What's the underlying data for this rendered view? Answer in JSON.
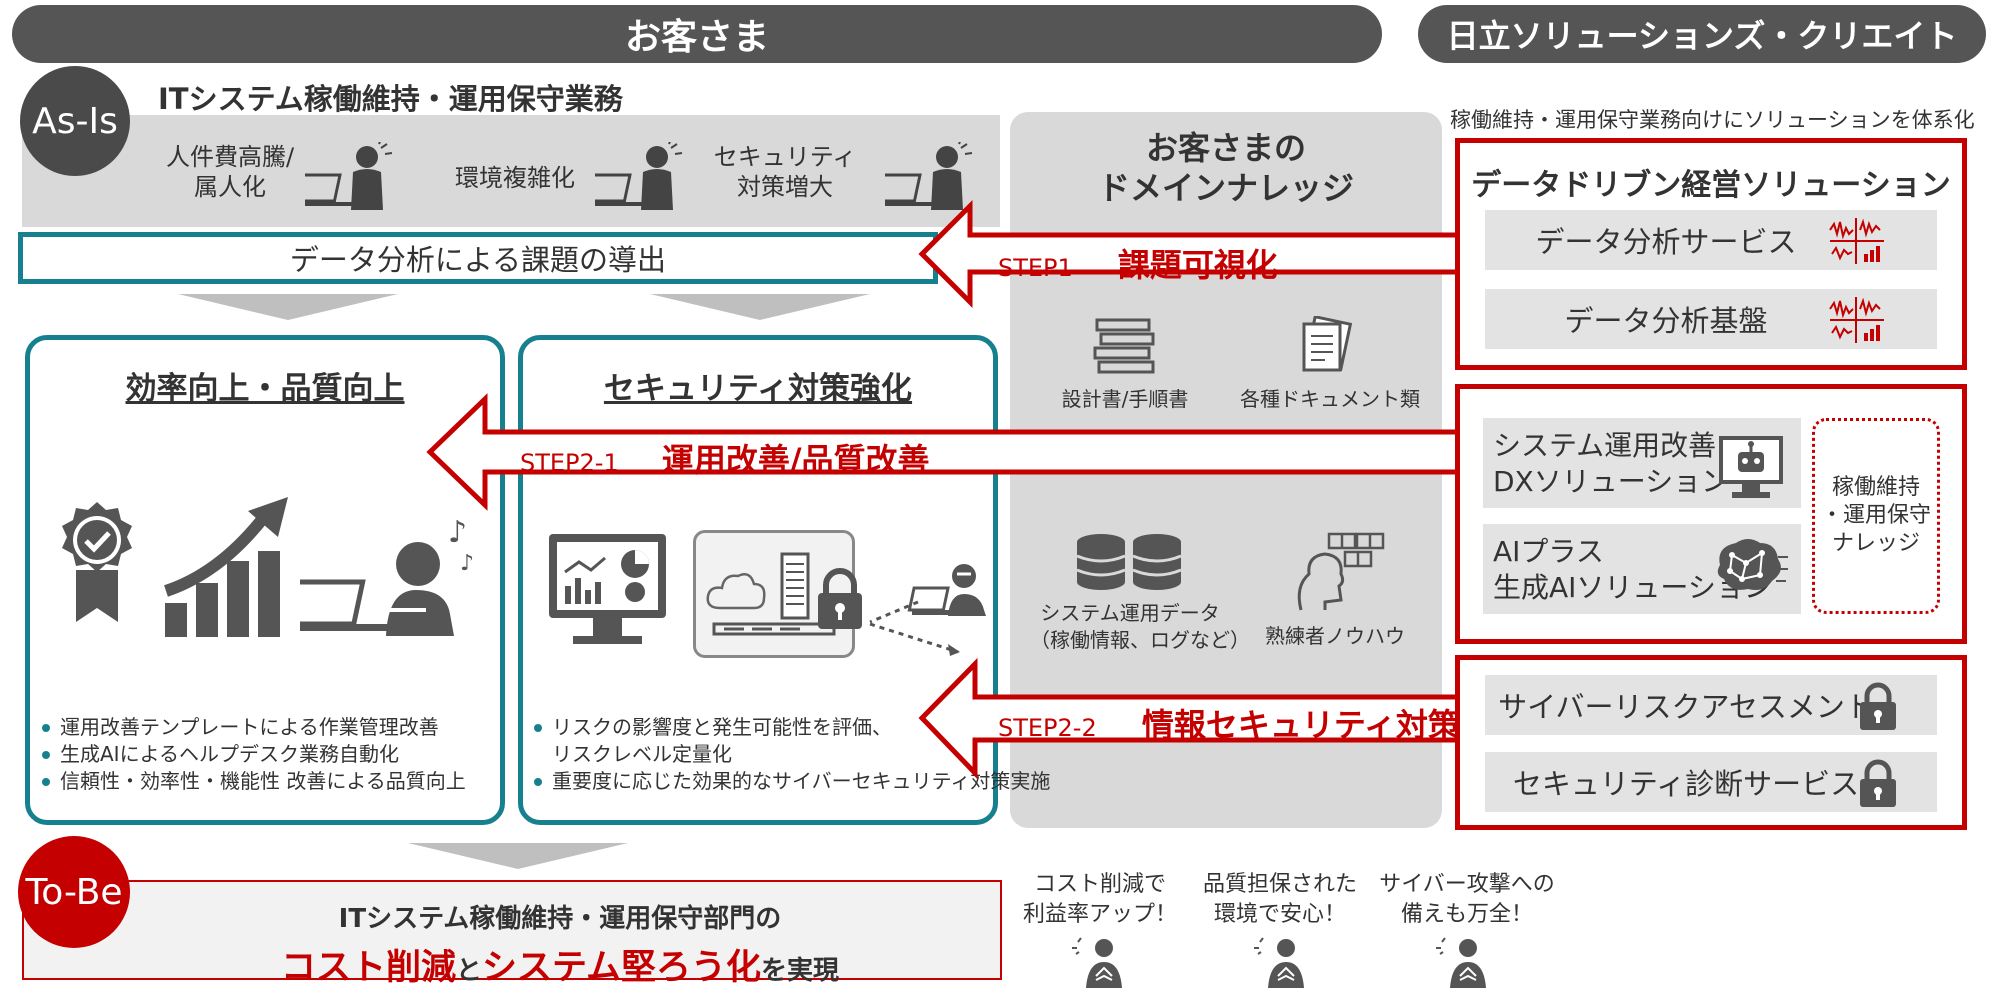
{
  "header": {
    "customer": "お客さま",
    "vendor": "日立ソリューションズ・クリエイト"
  },
  "asis": {
    "badge": "As-Is",
    "title": "ITシステム稼働維持・運用保守業務",
    "issues": [
      {
        "line1": "人件費高騰/",
        "line2": "属人化"
      },
      {
        "line1": "環境複雑化",
        "line2": ""
      },
      {
        "line1": "セキュリティ",
        "line2": "対策増大"
      }
    ],
    "analysis": "データ分析による課題の導出"
  },
  "domain_knowledge": {
    "title1": "お客さまの",
    "title2": "ドメインナレッジ",
    "items": [
      {
        "label": "設計書/手順書",
        "icon": "book-stack-icon"
      },
      {
        "label": "各種ドキュメント類",
        "icon": "documents-icon"
      },
      {
        "label1": "システム運用データ",
        "label2": "（稼働情報、ログなど）",
        "icon": "database-icon"
      },
      {
        "label": "熟練者ノウハウ",
        "icon": "expert-icon"
      }
    ]
  },
  "panels": {
    "efficiency": {
      "title": "効率向上・品質向上",
      "bullets": [
        "運用改善テンプレートによる作業管理改善",
        "生成AIによるヘルプデスク業務自動化",
        "信頼性・効率性・機能性 改善による品質向上"
      ]
    },
    "security": {
      "title": "セキュリティ対策強化",
      "bullets": [
        "リスクの影響度と発生可能性を評価、",
        "リスクレベル定量化",
        "重要度に応じた効果的なサイバーセキュリティ対策実施"
      ]
    }
  },
  "steps": {
    "step1": {
      "tag": "STEP1",
      "label": "課題可視化"
    },
    "step21": {
      "tag": "STEP2-1",
      "label": "運用改善/品質改善"
    },
    "step22": {
      "tag": "STEP2-2",
      "label": "情報セキュリティ対策"
    }
  },
  "vendor": {
    "subtitle": "稼働維持・運用保守業務向けにソリューションを体系化",
    "data_driven": {
      "title": "データドリブン経営ソリューション",
      "services": [
        "データ分析サービス",
        "データ分析基盤"
      ]
    },
    "ops": {
      "items": [
        {
          "line1": "システム運用改善",
          "line2": "DXソリューション"
        },
        {
          "line1": "AIプラス",
          "line2": "生成AIソリューション"
        }
      ],
      "knowledge": {
        "line1": "稼働維持",
        "line2": "・運用保守",
        "line3": "ナレッジ"
      }
    },
    "security": {
      "services": [
        "サイバーリスクアセスメント",
        "セキュリティ診断サービス"
      ]
    }
  },
  "tobe": {
    "badge": "To-Be",
    "line1": "ITシステム稼働維持・運用保守部門の",
    "highlight1": "コスト削減",
    "mid": "と",
    "highlight2": "システム堅ろう化",
    "end": "を実現"
  },
  "benefits": [
    {
      "line1": "コスト削減で",
      "line2": "利益率アップ！"
    },
    {
      "line1": "品質担保された",
      "line2": "環境で安心！"
    },
    {
      "line1": "サイバー攻撃への",
      "line2": "備えも万全！"
    }
  ],
  "colors": {
    "teal": "#17808f",
    "red": "#c40000",
    "dark": "#555555",
    "gray": "#d9d9d9"
  }
}
